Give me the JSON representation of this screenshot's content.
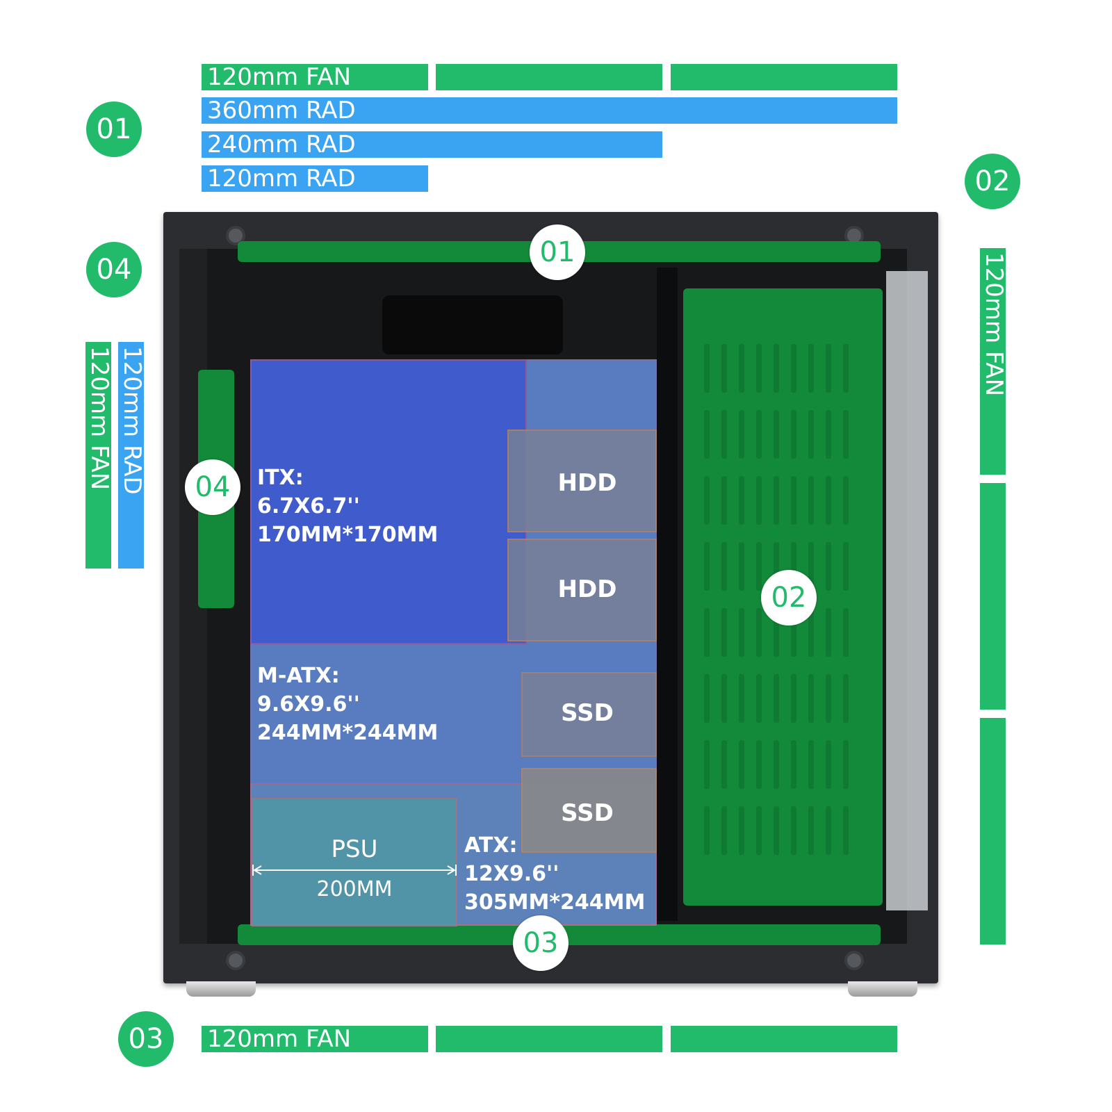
{
  "top_bars": {
    "badge": "01",
    "fan_label": "120mm FAN",
    "rad360_label": "360mm RAD",
    "rad240_label": "240mm RAD",
    "rad120_label": "120mm RAD"
  },
  "right_bars": {
    "badge": "02",
    "fan_label": "120mm FAN"
  },
  "left_bars": {
    "badge": "04",
    "fan_label": "120mm FAN",
    "rad_label": "120mm RAD"
  },
  "bottom_bars": {
    "badge": "03",
    "fan_label": "120mm FAN"
  },
  "case": {
    "top_badge": "01",
    "right_badge": "02",
    "bottom_badge": "03",
    "left_badge": "04"
  },
  "motherboards": {
    "itx": {
      "title": "ITX:",
      "size_in": "6.7X6.7''",
      "size_mm": "170MM*170MM"
    },
    "matx": {
      "title": "M-ATX:",
      "size_in": "9.6X9.6''",
      "size_mm": "244MM*244MM"
    },
    "atx": {
      "title": "ATX:",
      "size_in": "12X9.6''",
      "size_mm": "305MM*244MM"
    }
  },
  "bays": {
    "hdd1": "HDD",
    "hdd2": "HDD",
    "ssd1": "SSD",
    "ssd2": "SSD"
  },
  "psu": {
    "title": "PSU",
    "length": "200MM"
  },
  "colors": {
    "green": "#21bb6b",
    "blue": "#3aa3f2",
    "case_green": "#138a3a",
    "case_frame": "#2b2d30"
  }
}
